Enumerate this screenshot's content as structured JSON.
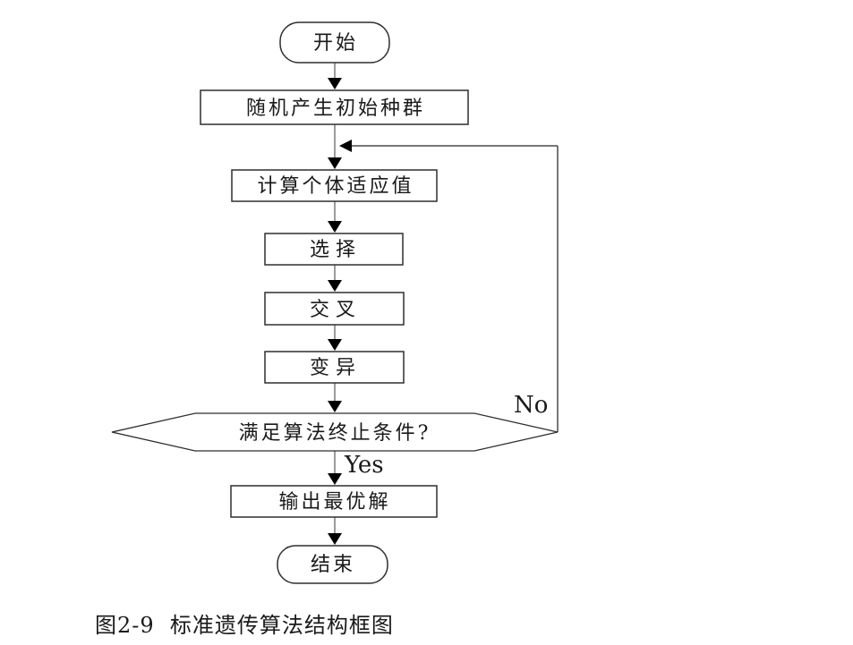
{
  "figure": {
    "caption": "图2-9  标准遗传算法结构框图"
  },
  "flowchart": {
    "nodes": [
      {
        "id": "start",
        "type": "terminator",
        "label": "开始"
      },
      {
        "id": "init-population",
        "type": "process",
        "label": "随机产生初始种群"
      },
      {
        "id": "fitness",
        "type": "process",
        "label": "计算个体适应值"
      },
      {
        "id": "selection",
        "type": "process",
        "label": "选择"
      },
      {
        "id": "crossover",
        "type": "process",
        "label": "交叉"
      },
      {
        "id": "mutation",
        "type": "process",
        "label": "变异"
      },
      {
        "id": "termination",
        "type": "decision",
        "label": "满足算法终止条件?"
      },
      {
        "id": "output",
        "type": "process",
        "label": "输出最优解"
      },
      {
        "id": "end",
        "type": "terminator",
        "label": "结束"
      }
    ],
    "edge_labels": {
      "yes": "Yes",
      "no": "No"
    },
    "colors": {
      "background": "#ffffff",
      "shape_stroke": "#2f2f2f",
      "connector": "#9b9b9b",
      "feedback_line": "#4a4a4a",
      "arrowhead": "#000000",
      "text": "#1a1a1a"
    }
  }
}
